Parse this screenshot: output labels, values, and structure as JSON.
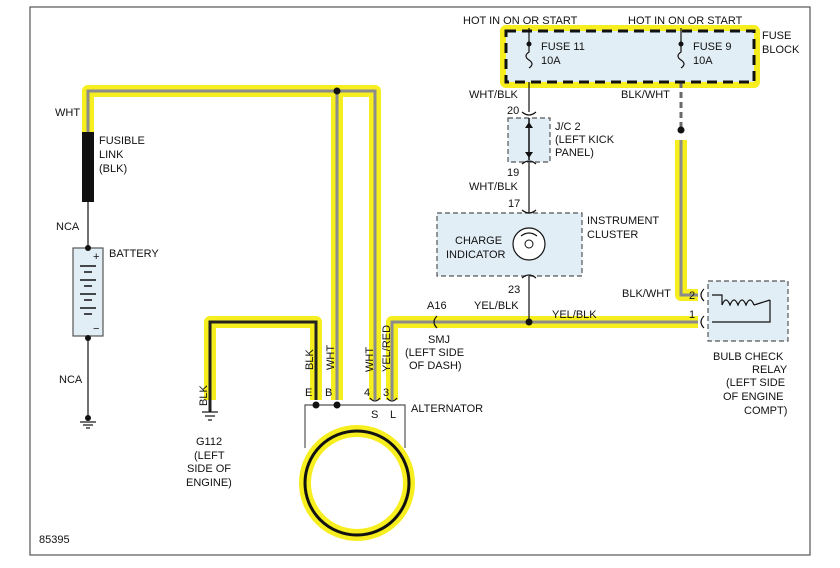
{
  "diagram": {
    "figure_number": "85395",
    "power_sources": {
      "left": "HOT IN ON OR START",
      "right": "HOT IN ON OR START"
    },
    "fuse_block": {
      "label_line1": "FUSE",
      "label_line2": "BLOCK",
      "fuses": [
        {
          "name": "FUSE 11",
          "rating": "10A"
        },
        {
          "name": "FUSE 9",
          "rating": "10A"
        }
      ]
    },
    "fusible_link": {
      "wire_color": "WHT",
      "line1": "FUSIBLE",
      "line2": "LINK",
      "line3": "(BLK)"
    },
    "battery": {
      "label": "BATTERY",
      "top_ground": "NCA",
      "bottom_ground": "NCA",
      "plus": "+",
      "minus": "−"
    },
    "junction": {
      "name": "J/C 2",
      "line2": "(LEFT KICK",
      "line3": "PANEL)",
      "pin_in": "20",
      "pin_out": "19",
      "wire_in": "WHT/BLK",
      "wire_out": "WHT/BLK"
    },
    "instrument_cluster": {
      "line1": "INSTRUMENT",
      "line2": "CLUSTER",
      "indicator_line1": "CHARGE",
      "indicator_line2": "INDICATOR",
      "pin_in": "17",
      "pin_out": "23"
    },
    "smj": {
      "pin": "A16",
      "wire_left": "YEL/BLK",
      "wire_right": "YEL/BLK",
      "line1": "SMJ",
      "line2": "(LEFT SIDE",
      "line3": "OF DASH)"
    },
    "relay": {
      "wire": "BLK/WHT",
      "wire_from_fuse": "BLK/WHT",
      "pin2": "2",
      "pin1": "1",
      "line1": "BULB CHECK",
      "line2": "RELAY",
      "line3": "(LEFT SIDE",
      "line4": "OF ENGINE",
      "line5": "COMPT)"
    },
    "alternator": {
      "label": "ALTERNATOR",
      "terminals": [
        "E",
        "B",
        "S",
        "L"
      ],
      "pins": [
        "4",
        "3"
      ],
      "wires": [
        "BLK",
        "WHT",
        "WHT",
        "YEL/RED"
      ]
    },
    "ground": {
      "wire": "BLK",
      "name": "G112",
      "line2": "(LEFT",
      "line3": "SIDE OF",
      "line4": "ENGINE)"
    }
  }
}
